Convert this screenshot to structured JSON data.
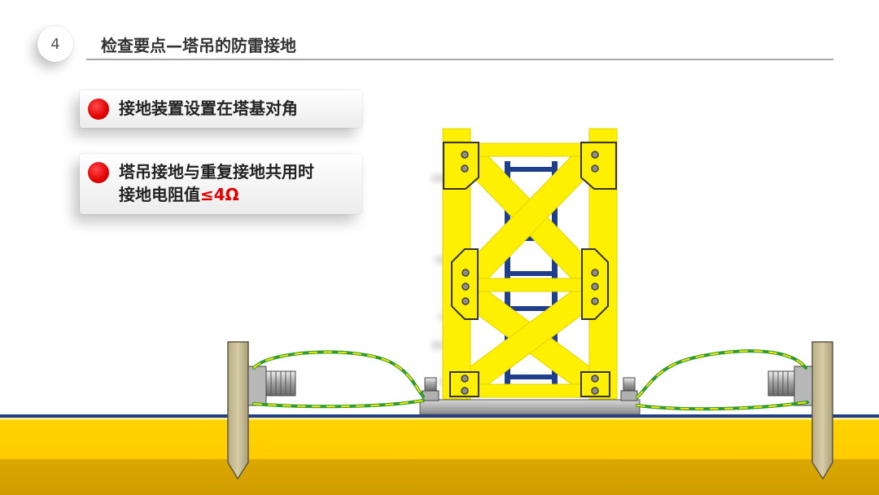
{
  "slide": {
    "number": "4",
    "title": "检查要点—塔吊的防雷接地"
  },
  "bullets": [
    {
      "line1": "接地装置设置在塔基对角"
    },
    {
      "line1": "塔吊接地与重复接地共用时",
      "line2_prefix": "接地电阻值",
      "line2_value": "≤4Ω"
    }
  ],
  "colors": {
    "tower": "#ffef00",
    "ladder": "#1f3f8c",
    "ground_top": "#ffd000",
    "ground_bottom": "#d9a400",
    "bullet_dot": "#e00000",
    "wire_green": "#2e9a2e",
    "wire_yellow": "#f2e600"
  }
}
